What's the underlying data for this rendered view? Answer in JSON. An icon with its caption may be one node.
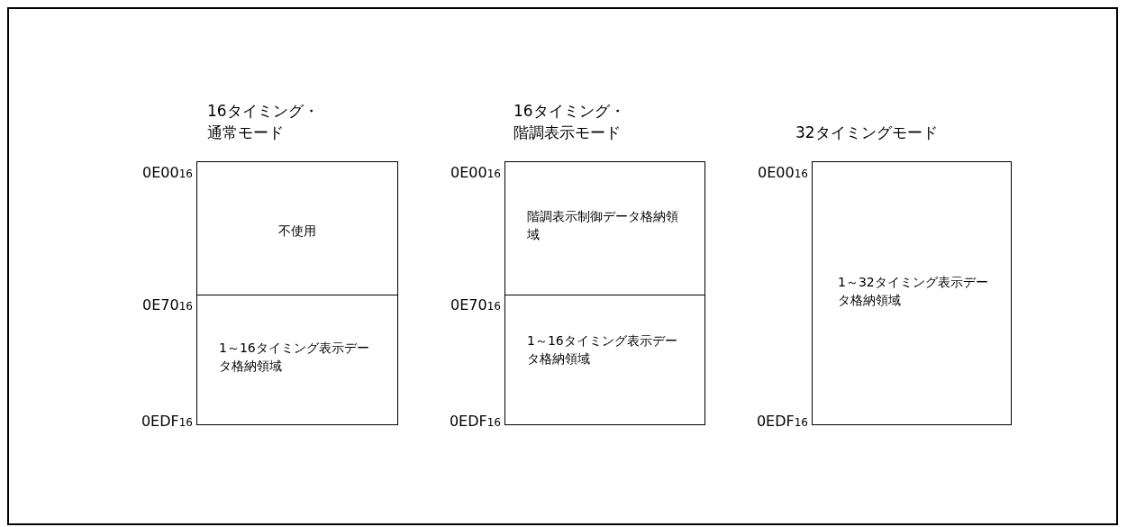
{
  "diagram": {
    "nodes": [
      {
        "text": [
          "16タイミング・通常モード"
        ]
      },
      {
        "text": [
          "不使用"
        ],
        "in": 0
      },
      {
        "text": [
          "1～16タイミング表示データ格納領域"
        ],
        "in": 0
      },
      {
        "text": [
          "16タイミング・階調表示モード"
        ]
      },
      {
        "text": [
          "階調表示制御データ格納領域"
        ],
        "in": 3
      },
      {
        "text": [
          "1～16タイミング表示データ格納領域"
        ],
        "in": 3
      },
      {
        "text": [
          "32タイミングモード",
          "1～32タイミング表示データ格納領域"
        ]
      }
    ],
    "edges": [],
    "labels": [
      "0E00$_{16}$",
      "0E00$_{16}$",
      "0E00$_{16}$",
      "0E70$_{16}$",
      "0E70$_{16}$",
      "0EDF$_{16}$",
      "0EDF$_{16}$",
      "0EDF$_{16}$"
    ]
  }
}
